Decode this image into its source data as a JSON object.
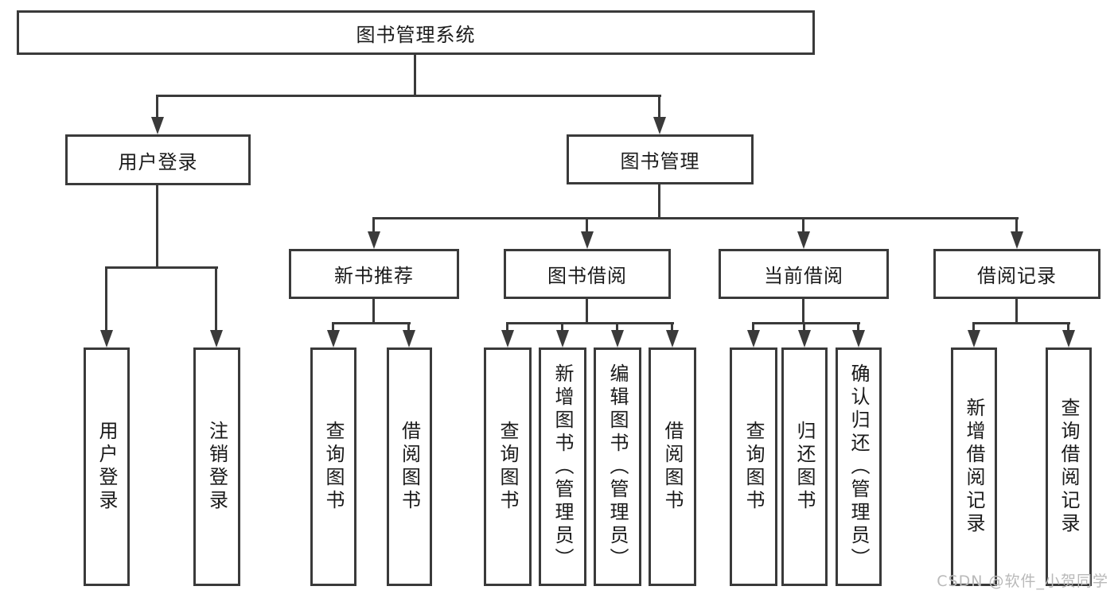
{
  "title": "图书管理系统",
  "watermark": "CSDN @软件_小贺同学",
  "colors": {
    "line": "#3a3a3a",
    "text": "#1a1a1a",
    "background": "#ffffff",
    "watermark": "#b9b9b9"
  },
  "tree": {
    "root": {
      "label": "图书管理系统"
    },
    "branches": [
      {
        "label": "用户登录",
        "children": [
          "用户登录",
          "注销登录"
        ]
      },
      {
        "label": "图书管理",
        "children": [
          {
            "label": "新书推荐",
            "children": [
              "查询图书",
              "借阅图书"
            ]
          },
          {
            "label": "图书借阅",
            "children": [
              "查询图书",
              "新增图书（管理员）",
              "编辑图书（管理员）",
              "借阅图书"
            ]
          },
          {
            "label": "当前借阅",
            "children": [
              "查询图书",
              "归还图书",
              "确认归还（管理员）"
            ]
          },
          {
            "label": "借阅记录",
            "children": [
              "新增借阅记录",
              "查询借阅记录"
            ]
          }
        ]
      }
    ]
  }
}
